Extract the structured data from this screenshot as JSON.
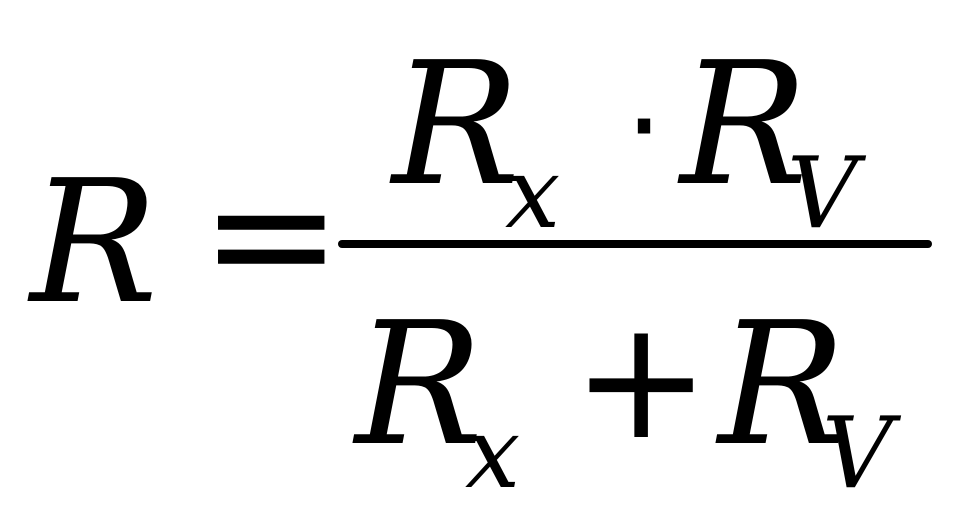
{
  "formula": {
    "lhs": "R",
    "equals": "=",
    "numerator": {
      "term1": {
        "base": "R",
        "sub": "x"
      },
      "operator": "·",
      "term2": {
        "base": "R",
        "sub": "V"
      }
    },
    "denominator": {
      "term1": {
        "base": "R",
        "sub": "x"
      },
      "operator": "+",
      "term2": {
        "base": "R",
        "sub": "V"
      }
    }
  }
}
